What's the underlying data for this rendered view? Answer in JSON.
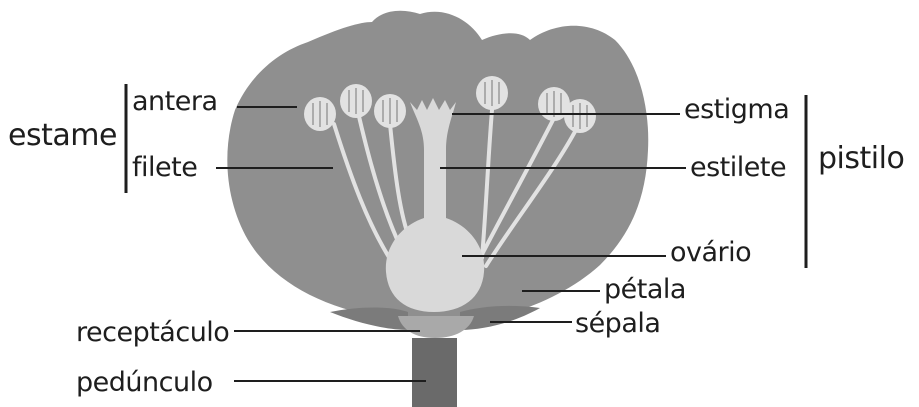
{
  "labels": {
    "antera": "antera",
    "filete": "filete",
    "estame": "estame",
    "estigma": "estigma",
    "estilete": "estilete",
    "pistilo": "pistilo",
    "ovario": "ovário",
    "petala": "pétala",
    "sepala": "sépala",
    "receptaculo": "receptáculo",
    "pedunculo": "pedúnculo"
  },
  "colors": {
    "petal": "#8f8f8f",
    "sepal": "#7b7b7b",
    "stem": "#6a6a6a",
    "pistil": "#d9d9d9",
    "anther": "#e2e2e2",
    "receptacle": "#a9a9a9",
    "text": "#1e1e1e"
  }
}
